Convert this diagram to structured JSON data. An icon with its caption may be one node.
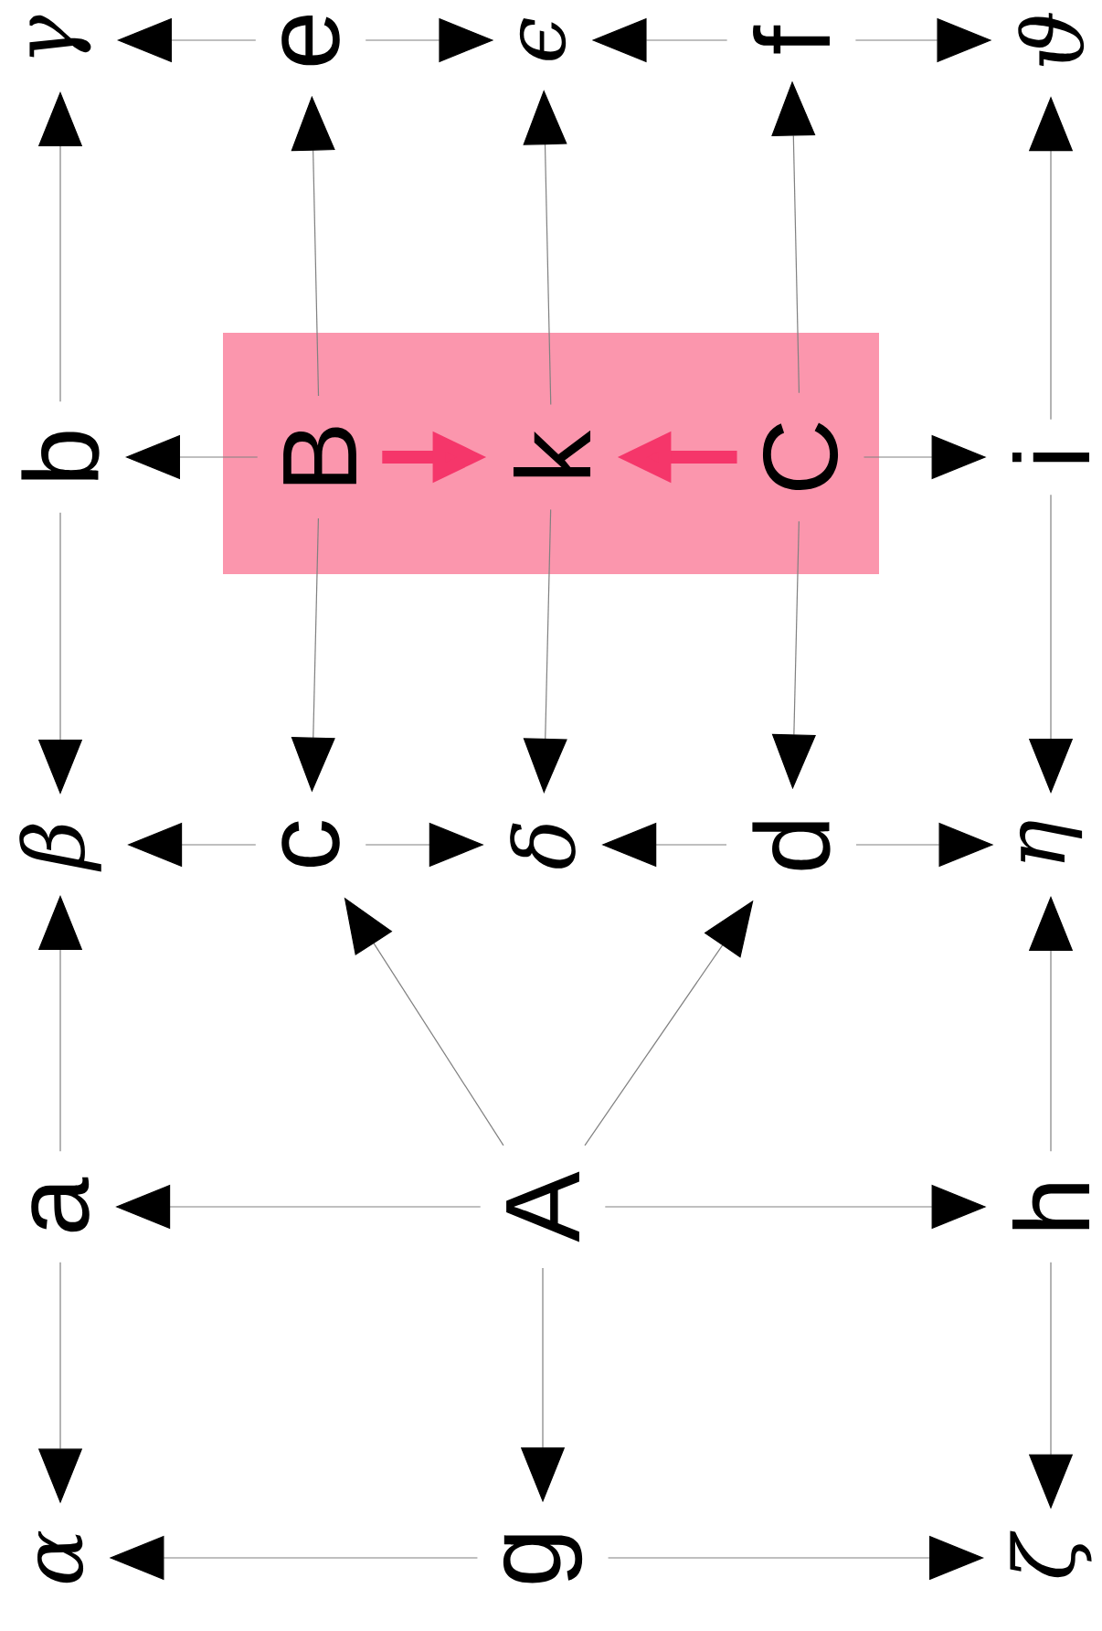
{
  "diagram": {
    "nodes": [
      {
        "text": [
          "γ"
        ]
      },
      {
        "text": [
          "e"
        ]
      },
      {
        "text": [
          "ϵ"
        ]
      },
      {
        "text": [
          "f"
        ]
      },
      {
        "text": [
          "ϑ"
        ]
      },
      {
        "text": [
          "b"
        ]
      },
      {
        "text": [],
        "shape": "box"
      },
      {
        "text": [
          "B"
        ],
        "in": 6
      },
      {
        "text": [
          "k"
        ],
        "in": 6
      },
      {
        "text": [
          "C"
        ],
        "in": 6
      },
      {
        "text": [
          "i"
        ]
      },
      {
        "text": [
          "β"
        ]
      },
      {
        "text": [
          "c"
        ]
      },
      {
        "text": [
          "δ"
        ]
      },
      {
        "text": [
          "d"
        ]
      },
      {
        "text": [
          "η"
        ]
      },
      {
        "text": [
          "a"
        ]
      },
      {
        "text": [
          "A"
        ]
      },
      {
        "text": [
          "h"
        ]
      },
      {
        "text": [
          "α"
        ]
      },
      {
        "text": [
          "g"
        ]
      },
      {
        "text": [
          "ζ"
        ]
      }
    ],
    "edges": [
      {
        "from": 1,
        "to": 0,
        "arrow": "to"
      },
      {
        "from": 1,
        "to": 2,
        "arrow": "to"
      },
      {
        "from": 3,
        "to": 2,
        "arrow": "to"
      },
      {
        "from": 3,
        "to": 4,
        "arrow": "to"
      },
      {
        "from": 5,
        "to": 0,
        "arrow": "to"
      },
      {
        "from": 7,
        "to": 1,
        "arrow": "to"
      },
      {
        "from": 8,
        "to": 2,
        "arrow": "to"
      },
      {
        "from": 9,
        "to": 3,
        "arrow": "to"
      },
      {
        "from": 10,
        "to": 4,
        "arrow": "to"
      },
      {
        "from": 7,
        "to": 5,
        "arrow": "to"
      },
      {
        "from": 7,
        "to": 8,
        "arrow": "to",
        "style": "thick",
        "color": "#f5366a"
      },
      {
        "from": 9,
        "to": 8,
        "arrow": "to",
        "style": "thick",
        "color": "#f5366a"
      },
      {
        "from": 9,
        "to": 10,
        "arrow": "to"
      },
      {
        "from": 5,
        "to": 11,
        "arrow": "to"
      },
      {
        "from": 7,
        "to": 12,
        "arrow": "to"
      },
      {
        "from": 8,
        "to": 13,
        "arrow": "to"
      },
      {
        "from": 9,
        "to": 14,
        "arrow": "to"
      },
      {
        "from": 10,
        "to": 15,
        "arrow": "to"
      },
      {
        "from": 12,
        "to": 11,
        "arrow": "to"
      },
      {
        "from": 12,
        "to": 13,
        "arrow": "to"
      },
      {
        "from": 14,
        "to": 13,
        "arrow": "to"
      },
      {
        "from": 14,
        "to": 15,
        "arrow": "to"
      },
      {
        "from": 17,
        "to": 12,
        "arrow": "to"
      },
      {
        "from": 17,
        "to": 14,
        "arrow": "to"
      },
      {
        "from": 16,
        "to": 11,
        "arrow": "to"
      },
      {
        "from": 16,
        "to": 19,
        "arrow": "to"
      },
      {
        "from": 17,
        "to": 16,
        "arrow": "to"
      },
      {
        "from": 17,
        "to": 18,
        "arrow": "to"
      },
      {
        "from": 17,
        "to": 20,
        "arrow": "to"
      },
      {
        "from": 18,
        "to": 15,
        "arrow": "to"
      },
      {
        "from": 18,
        "to": 21,
        "arrow": "to"
      },
      {
        "from": 20,
        "to": 19,
        "arrow": "to"
      },
      {
        "from": 20,
        "to": 21,
        "arrow": "to"
      }
    ]
  }
}
